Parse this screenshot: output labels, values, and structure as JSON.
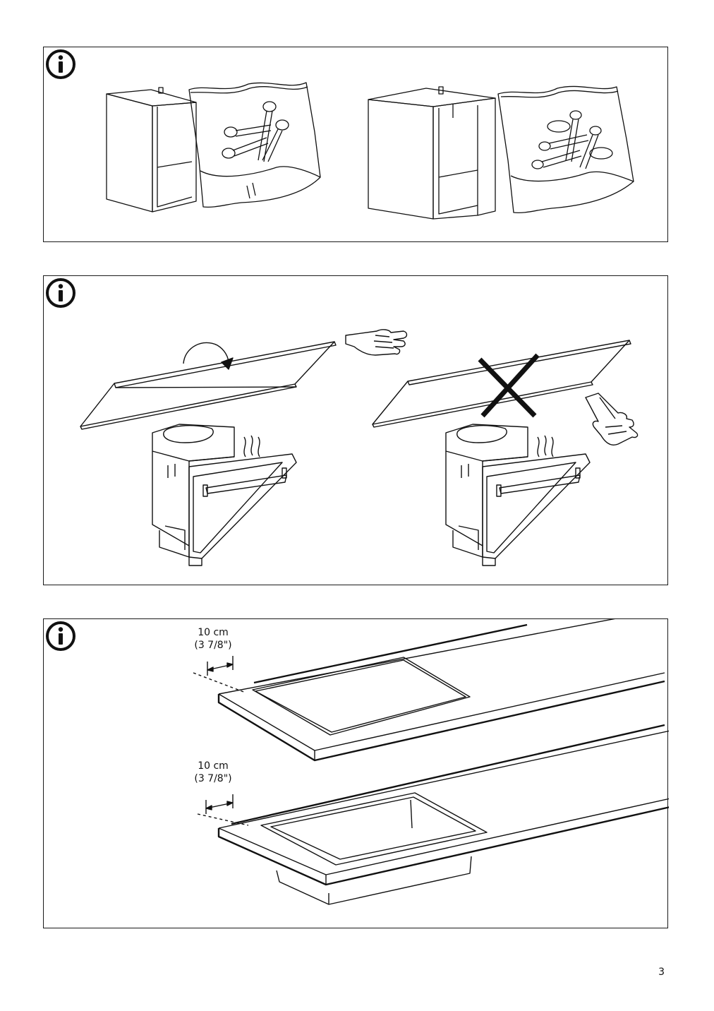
{
  "panels": [
    {
      "id": "panel-1"
    },
    {
      "id": "panel-2"
    },
    {
      "id": "panel-3",
      "dimensions": [
        {
          "metric": "10 cm",
          "imperial": "(3 7/8\")"
        },
        {
          "metric": "10 cm",
          "imperial": "(3 7/8\")"
        }
      ]
    }
  ],
  "page_number": "3"
}
